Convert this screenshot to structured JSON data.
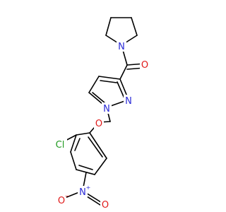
{
  "molecule": {
    "colors": {
      "bond": "#000000",
      "N": "#2a2ad6",
      "O": "#e01a1a",
      "Cl": "#1f9a1f",
      "background": "#ffffff"
    },
    "atoms": {
      "n_pyrrolidine": {
        "symbol": "N"
      },
      "o_carbonyl": {
        "symbol": "O"
      },
      "n_pyrazole_1": {
        "symbol": "N"
      },
      "n_pyrazole_2": {
        "symbol": "N"
      },
      "o_ether": {
        "symbol": "O"
      },
      "cl": {
        "symbol": "Cl"
      },
      "n_nitro": {
        "symbol": "N",
        "charge": "+"
      },
      "o_nitro_minus": {
        "symbol": "O",
        "charge": "−"
      },
      "o_nitro": {
        "symbol": "O"
      }
    }
  }
}
